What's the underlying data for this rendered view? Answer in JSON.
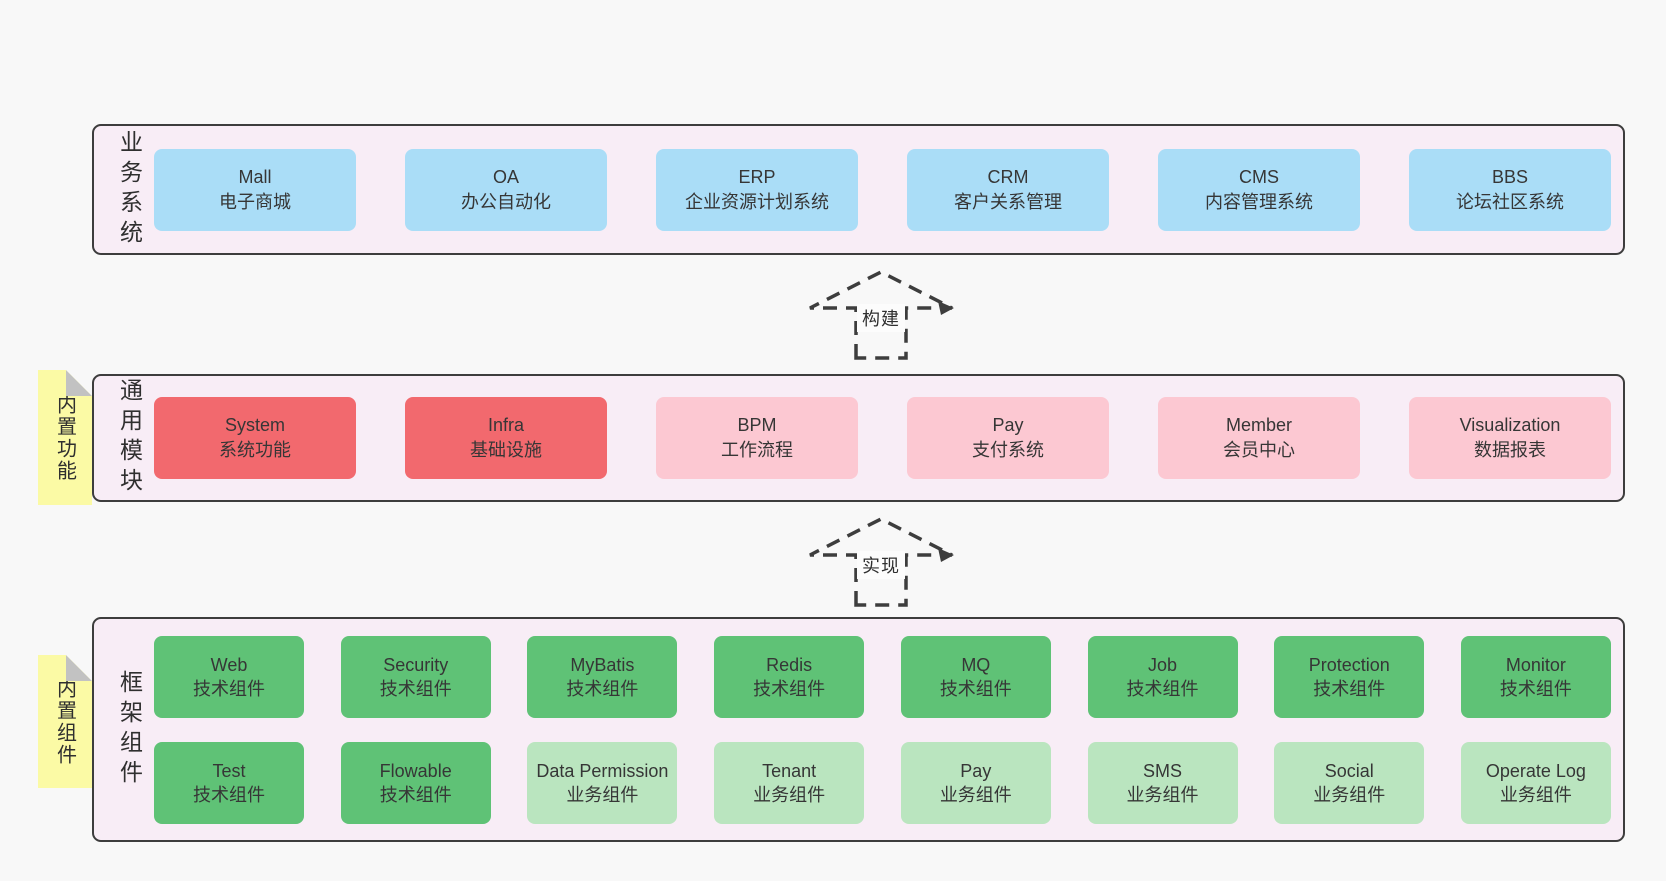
{
  "colors": {
    "page_background": "#f8f8f8",
    "container_fill": "#f8edf6",
    "container_border": "#3d3d3d",
    "box_blue": "#aaddf7",
    "box_red": "#f2696e",
    "box_pink": "#fcc8d2",
    "box_green": "#5fc276",
    "box_green_light": "#bae5bf",
    "note_yellow": "#fbfaa5",
    "note_fold_gray": "#c2c2c2",
    "text": "#363636"
  },
  "sections": {
    "business": {
      "label": "业务系统",
      "boxes": [
        {
          "en": "Mall",
          "zh": "电子商城"
        },
        {
          "en": "OA",
          "zh": "办公自动化"
        },
        {
          "en": "ERP",
          "zh": "企业资源计划系统"
        },
        {
          "en": "CRM",
          "zh": "客户关系管理"
        },
        {
          "en": "CMS",
          "zh": "内容管理系统"
        },
        {
          "en": "BBS",
          "zh": "论坛社区系统"
        }
      ]
    },
    "modules": {
      "label": "通用模块",
      "note": "内置功能",
      "boxes": [
        {
          "en": "System",
          "zh": "系统功能"
        },
        {
          "en": "Infra",
          "zh": "基础设施"
        },
        {
          "en": "BPM",
          "zh": "工作流程"
        },
        {
          "en": "Pay",
          "zh": "支付系统"
        },
        {
          "en": "Member",
          "zh": "会员中心"
        },
        {
          "en": "Visualization",
          "zh": "数据报表"
        }
      ]
    },
    "framework": {
      "label": "框架组件",
      "note": "内置组件",
      "row1": [
        {
          "en": "Web",
          "zh": "技术组件"
        },
        {
          "en": "Security",
          "zh": "技术组件"
        },
        {
          "en": "MyBatis",
          "zh": "技术组件"
        },
        {
          "en": "Redis",
          "zh": "技术组件"
        },
        {
          "en": "MQ",
          "zh": "技术组件"
        },
        {
          "en": "Job",
          "zh": "技术组件"
        },
        {
          "en": "Protection",
          "zh": "技术组件"
        },
        {
          "en": "Monitor",
          "zh": "技术组件"
        }
      ],
      "row2": [
        {
          "en": "Test",
          "zh": "技术组件"
        },
        {
          "en": "Flowable",
          "zh": "技术组件"
        },
        {
          "en": "Data Permission",
          "zh": "业务组件"
        },
        {
          "en": "Tenant",
          "zh": "业务组件"
        },
        {
          "en": "Pay",
          "zh": "业务组件"
        },
        {
          "en": "SMS",
          "zh": "业务组件"
        },
        {
          "en": "Social",
          "zh": "业务组件"
        },
        {
          "en": "Operate Log",
          "zh": "业务组件"
        }
      ]
    }
  },
  "arrows": [
    {
      "label": "构建"
    },
    {
      "label": "实现"
    }
  ]
}
